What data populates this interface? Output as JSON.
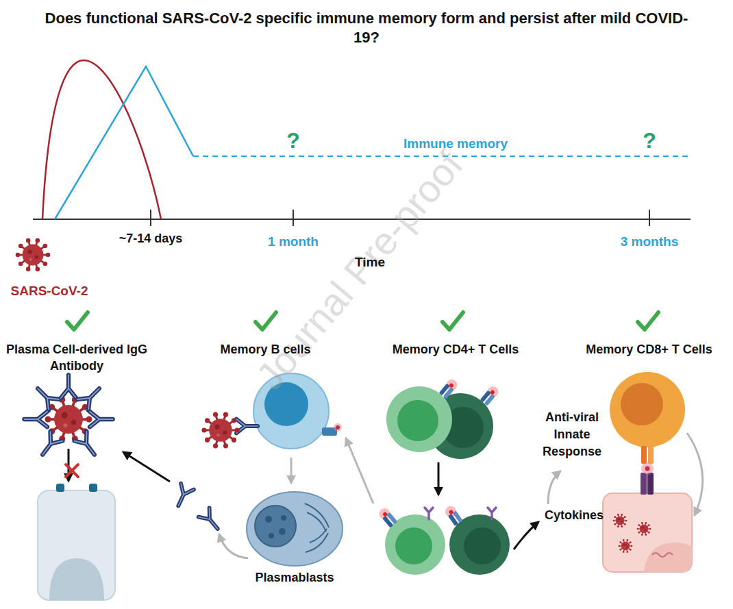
{
  "diagram": {
    "title": "Does functional SARS-CoV-2 specific immune memory form and persist after mild COVID-19?",
    "nodes": [
      {
        "text": [
          "Plasma Cell-derived IgG Antibody"
        ]
      },
      {
        "text": [
          "Memory B cells"
        ]
      },
      {
        "text": [
          "Memory CD4+ T Cells"
        ]
      },
      {
        "text": [
          "Memory CD8+ T Cells"
        ]
      },
      {
        "text": [
          "Plasmablasts"
        ]
      }
    ],
    "edges": [
      {
        "from": 1,
        "to": 4,
        "arrow": "to"
      },
      {
        "from": 2,
        "to": 1,
        "arrow": "to"
      }
    ],
    "labels": [
      "?",
      "Immune memory",
      "?",
      "~7-14 days",
      "1 month",
      "3 months",
      "Time",
      "SARS-CoV-2",
      "Journal Pre-proof",
      "Anti-viral Innate Response",
      "Cytokines"
    ]
  }
}
